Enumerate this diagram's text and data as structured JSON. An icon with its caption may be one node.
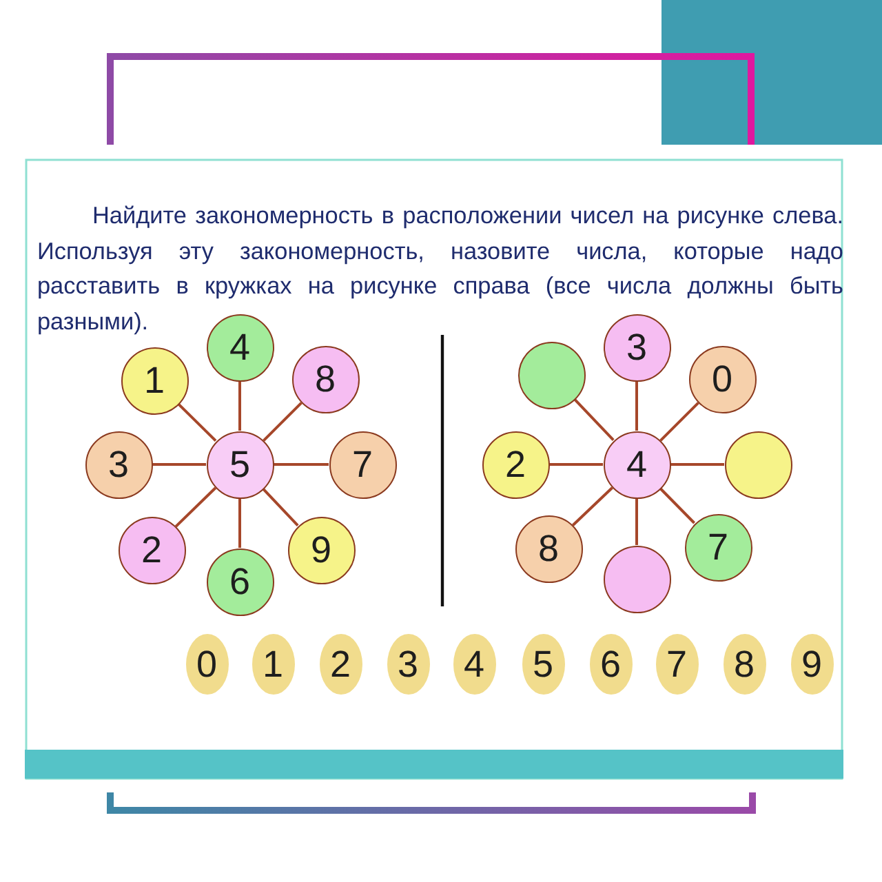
{
  "diagram": {
    "nodes": [
      {
        "text": [
          "5"
        ]
      },
      {
        "text": [
          "4"
        ]
      },
      {
        "text": [
          "8"
        ]
      },
      {
        "text": [
          "7"
        ]
      },
      {
        "text": [
          "9"
        ]
      },
      {
        "text": [
          "6"
        ]
      },
      {
        "text": [
          "2"
        ]
      },
      {
        "text": [
          "3"
        ]
      },
      {
        "text": [
          "1"
        ]
      },
      {
        "text": [
          "4"
        ]
      },
      {
        "text": [
          "3"
        ]
      },
      {
        "text": [
          "0"
        ]
      },
      {
        "text": [],
        "shape": "circle"
      },
      {
        "text": [
          "7"
        ]
      },
      {
        "text": [],
        "shape": "circle"
      },
      {
        "text": [
          "8"
        ]
      },
      {
        "text": [
          "2"
        ]
      },
      {
        "text": [],
        "shape": "circle"
      },
      {
        "text": [
          "0"
        ]
      },
      {
        "text": [
          "1"
        ]
      },
      {
        "text": [
          "2"
        ]
      },
      {
        "text": [
          "3"
        ]
      },
      {
        "text": [
          "4"
        ]
      },
      {
        "text": [
          "5"
        ]
      },
      {
        "text": [
          "6"
        ]
      },
      {
        "text": [
          "7"
        ]
      },
      {
        "text": [
          "8"
        ]
      },
      {
        "text": [
          "9"
        ]
      }
    ],
    "edges": [
      {
        "from": 0,
        "to": 1,
        "arrow": "none"
      },
      {
        "from": 0,
        "to": 2,
        "arrow": "none"
      },
      {
        "from": 0,
        "to": 3,
        "arrow": "none"
      },
      {
        "from": 0,
        "to": 4,
        "arrow": "none"
      },
      {
        "from": 0,
        "to": 5,
        "arrow": "none"
      },
      {
        "from": 0,
        "to": 6,
        "arrow": "none"
      },
      {
        "from": 0,
        "to": 7,
        "arrow": "none"
      },
      {
        "from": 0,
        "to": 8,
        "arrow": "none"
      },
      {
        "from": 9,
        "to": 10,
        "arrow": "none"
      },
      {
        "from": 9,
        "to": 11,
        "arrow": "none"
      },
      {
        "from": 9,
        "to": 12,
        "arrow": "none"
      },
      {
        "from": 9,
        "to": 13,
        "arrow": "none"
      },
      {
        "from": 9,
        "to": 14,
        "arrow": "none"
      },
      {
        "from": 9,
        "to": 15,
        "arrow": "none"
      },
      {
        "from": 9,
        "to": 16,
        "arrow": "none"
      },
      {
        "from": 9,
        "to": 17,
        "arrow": "none"
      }
    ],
    "labels": [
      "Найдите закономерность в расположении чисел на рисунке слева. Используя эту закономерность, назовите числа, которые надо расставить в кружках на рисунке справа (все числа должны быть разными)."
    ]
  }
}
